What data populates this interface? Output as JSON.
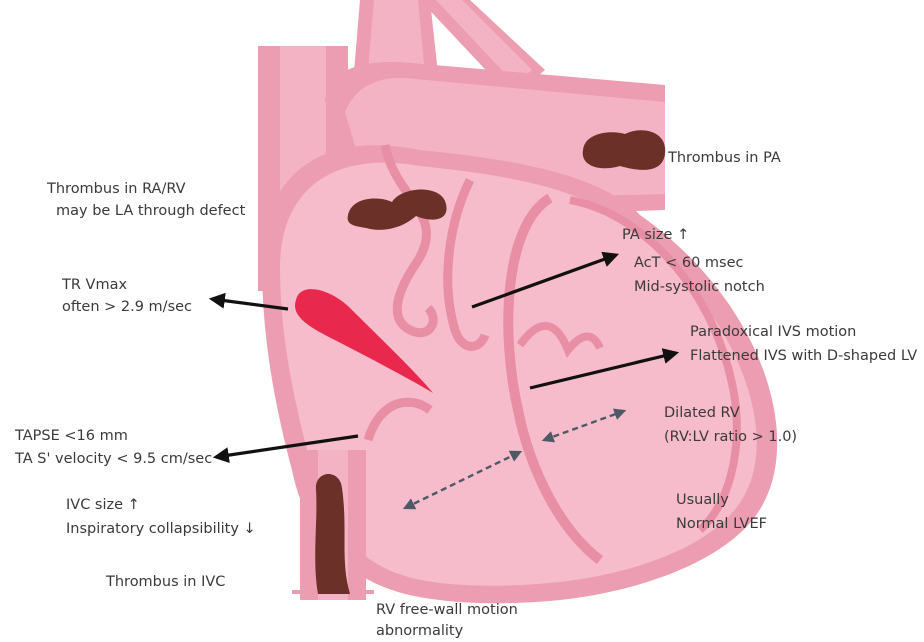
{
  "colors": {
    "outer_wall": "#ec9db1",
    "chamber": "#f6bccb",
    "vessel": "#f4b3c4",
    "wall_line": "#e88ea5",
    "thrombus": "#6b3128",
    "regurgitant_jet": "#e8294d",
    "arrow": "#111111",
    "dashed_arrow": "#4d5a66",
    "text": "#3a3a3a"
  },
  "icons": {
    "thrombus_blobs": "dark-brown-clot-shapes",
    "tr_jet": "red-teardrop-jet",
    "arrows": "black-solid-arrows",
    "measurements": "dashed-double-headed-arrows"
  },
  "labels": {
    "thrombus_pa": "Thrombus in PA",
    "thrombus_ra_rv_1": "Thrombus in RA/RV",
    "thrombus_ra_rv_2": "may be LA through defect",
    "pa_size": "PA size ↑",
    "act": "AcT < 60 msec",
    "mid_systolic_notch": "Mid-systolic notch",
    "tr_vmax_1": "TR Vmax",
    "tr_vmax_2": "often > 2.9 m/sec",
    "paradoxical_ivs": "Paradoxical IVS motion",
    "flattened_ivs": "Flattened IVS with D-shaped LV",
    "dilated_rv": "Dilated RV",
    "rv_lv_ratio": "(RV:LV ratio > 1.0)",
    "tapse": "TAPSE <16 mm",
    "ta_s_velocity": "TA S' velocity < 9.5 cm/sec",
    "ivc_size": "IVC size ↑",
    "inspiratory_collapsibility": "Inspiratory collapsibility ↓",
    "usually": "Usually",
    "normal_lvef": "Normal LVEF",
    "thrombus_ivc": "Thrombus in IVC",
    "rv_free_wall_1": "RV free-wall motion",
    "rv_free_wall_2": "abnormality"
  }
}
